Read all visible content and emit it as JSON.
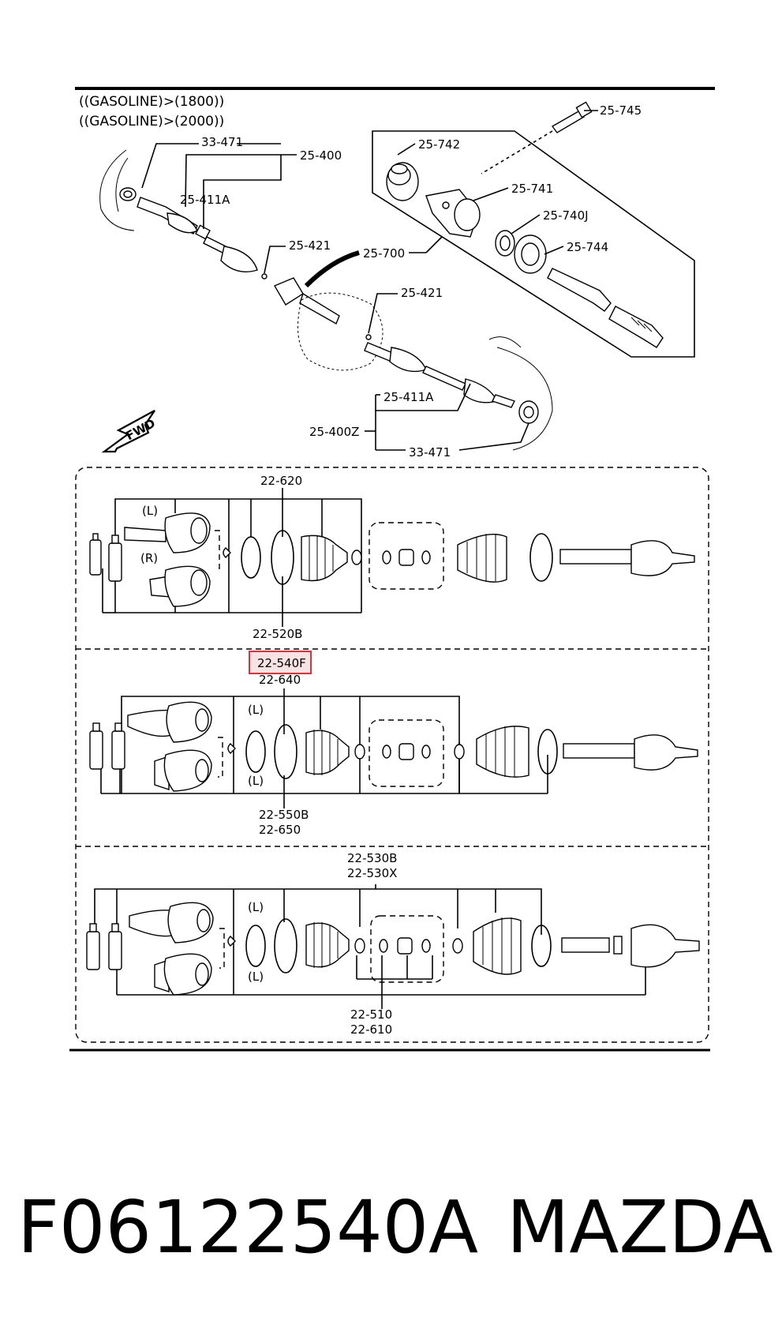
{
  "header": {
    "line1": "((GASOLINE)>(1800))",
    "line2": "((GASOLINE)>(2000))"
  },
  "fwd_label": "FWD",
  "labels": {
    "p25_745": "25-745",
    "p25_742": "25-742",
    "p25_741": "25-741",
    "p25_740j": "25-740J",
    "p25_744": "25-744",
    "p25_700": "25-700",
    "p33_471_top": "33-471",
    "p25_400": "25-400",
    "p25_411a_top": "25-411A",
    "p25_421_a": "25-421",
    "p25_421_b": "25-421",
    "p25_411a_bottom": "25-411A",
    "p25_400z": "25-400Z",
    "p33_471_bottom": "33-471",
    "p22_620": "22-620",
    "p22_520b": "22-520B",
    "p22_540f": "22-540F",
    "p22_640": "22-640",
    "p22_550b": "22-550B",
    "p22_650": "22-650",
    "p22_530b": "22-530B",
    "p22_530x": "22-530X",
    "p22_510": "22-510",
    "p22_610": "22-610",
    "side_l": "(L)",
    "side_r": "(R)",
    "side_l2": "L"
  },
  "highlight_color": "#e0303a",
  "caption": {
    "part_number": "F06122540A",
    "brand": "MAZDA"
  }
}
